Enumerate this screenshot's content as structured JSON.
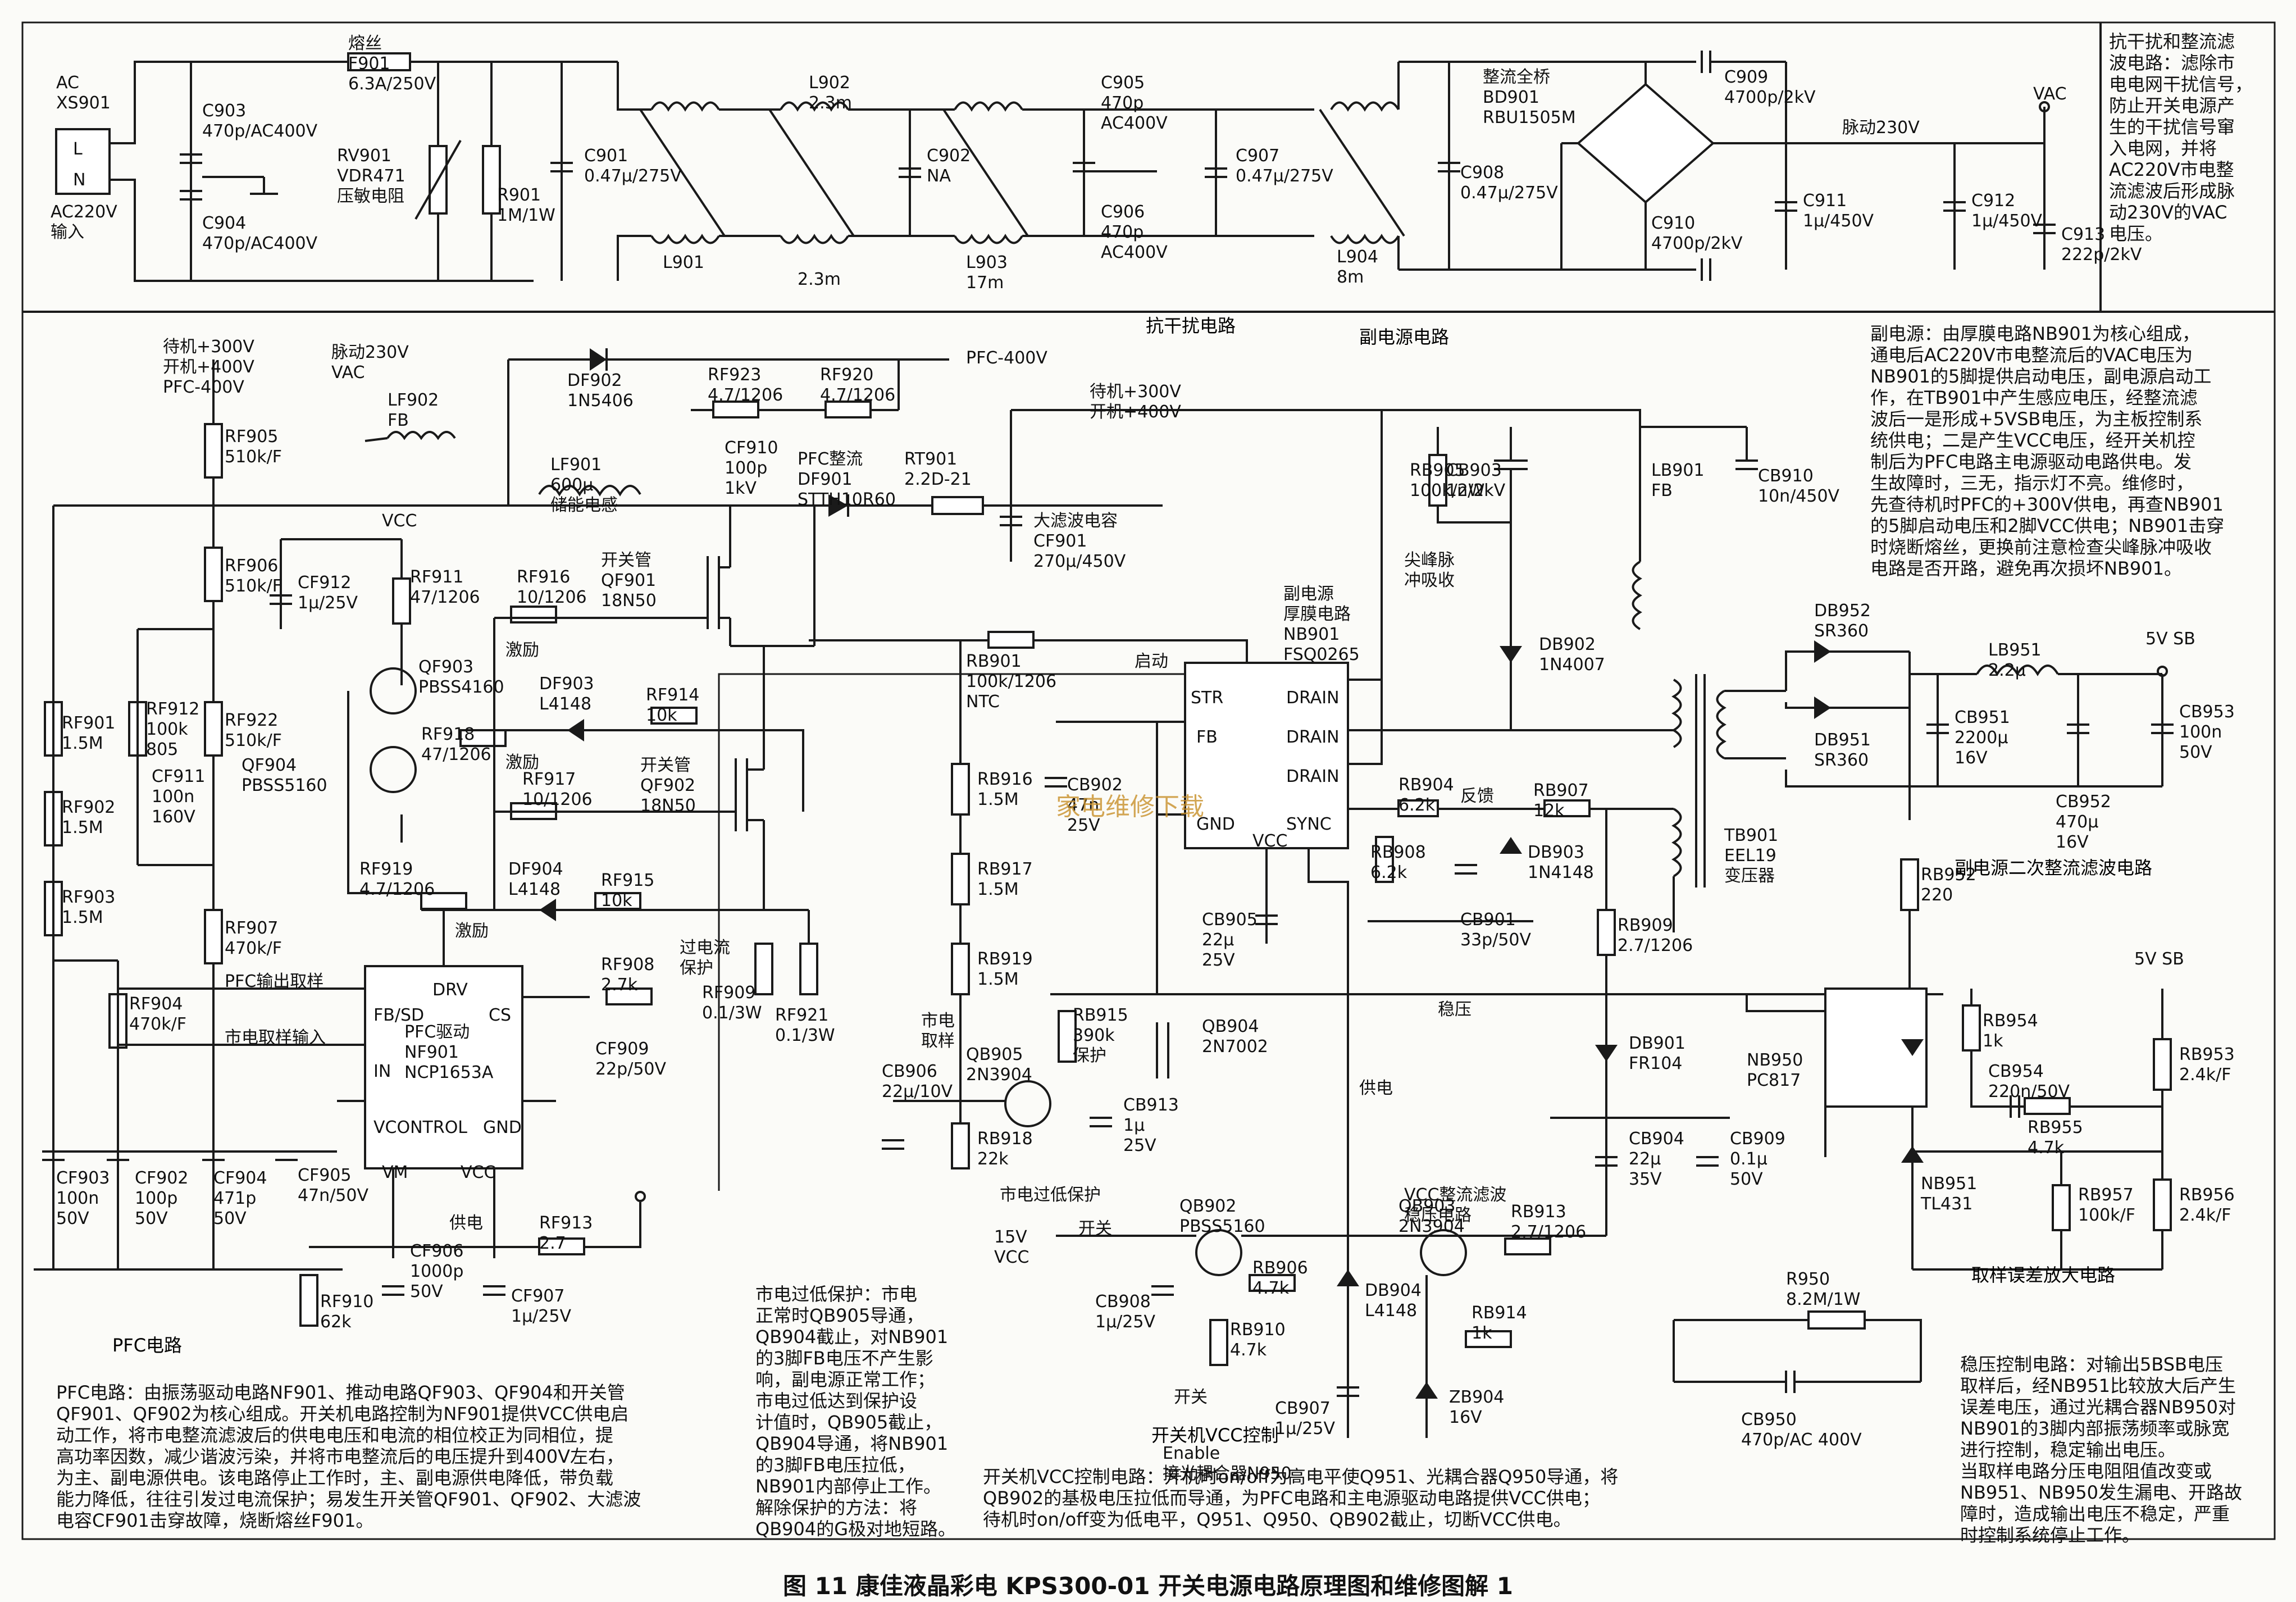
{
  "caption": "图 11   康佳液晶彩电 KPS300-01 开关电源电路原理图和维修图解 1",
  "section_titles": {
    "emi": "抗干扰电路",
    "aux": "副电源电路",
    "pfc": "PFC电路",
    "aux_secondary": "副电源二次整流滤波电路",
    "sampling": "取样误差放大电路"
  },
  "notes": {
    "emi": "抗干扰和整流滤\n波电路：滤除市\n电电网干扰信号，\n防止开关电源产\n生的干扰信号窜\n入电网，并将\nAC220V市电整\n流滤波后形成脉\n动230V的VAC\n电压。",
    "aux": "副电源：由厚膜电路NB901为核心组成，\n通电后AC220V市电整流后的VAC电压为\nNB901的5脚提供启动电压，副电源启动工\n作，在TB901中产生感应电压，经整流滤\n波后一是形成+5VSB电压，为主板控制系\n统供电；二是产生VCC电压，经开关机控\n制后为PFC电路主电源驱动电路供电。发\n生故障时，三无，指示灯不亮。维修时，\n先查待机时PFC的+300V供电，再查NB901\n的5脚启动电压和2脚VCC供电；NB901击穿\n时烧断熔丝，更换前注意检查尖峰脉冲吸收\n电路是否开路，避免再次损坏NB901。",
    "pfc": "PFC电路：由振荡驱动电路NF901、推动电路QF903、QF904和开关管\nQF901、QF902为核心组成。开关机电路控制为NF901提供VCC供电启\n动工作，将市电整流滤波后的供电电压和电流的相位校正为同相位，提\n高功率因数，减少谐波污染，并将市电整流后的电压提升到400V左右，\n为主、副电源供电。该电路停止工作时，主、副电源供电降低，带负载\n能力降低，往往引发过电流保护；易发生开关管QF901、QF902、大滤波\n电容CF901击穿故障，烧断熔丝F901。",
    "lowv": "市电过低保护：市电\n正常时QB905导通，\nQB904截止，对NB901\n的3脚FB电压不产生影\n响，副电源正常工作；\n市电过低达到保护设\n计值时，QB905截止，\nQB904导通，将NB901\n的3脚FB电压拉低，\nNB901内部停止工作。\n解除保护的方法：将\nQB904的G极对地短路。",
    "vcc": "开关机VCC控制电路：开机时on/off为高电平使Q951、光耦合器Q950导通，将\nQB902的基极电压拉低而导通，为PFC电路和主电源驱动电路提供VCC供电；\n待机时on/off变为低电平，Q951、Q950、QB902截止，切断VCC供电。",
    "stab": "稳压控制电路：对输出5BSB电压\n取样后，经NB951比较放大后产生\n误差电压，通过光耦合器NB950对\nNB901的3脚内部振荡频率或脉宽\n进行控制，稳定输出电压。\n当取样电路分压电阻阻值改变或\nNB951、NB950发生漏电、开路故\n障时，造成输出电压不稳定，严重\n时控制系统停止工作。"
  },
  "labels": {
    "ac_in": [
      "AC",
      "XS901"
    ],
    "ac_in2": [
      "AC220V",
      "输入"
    ],
    "f901": [
      "熔丝",
      "F901",
      "6.3A/250V"
    ],
    "c903": [
      "C903",
      "470p/AC400V"
    ],
    "c904": [
      "C904",
      "470p/AC400V"
    ],
    "rv901": [
      "RV901",
      "VDR471",
      "压敏电阻"
    ],
    "r901": [
      "R901",
      "1M/1W"
    ],
    "c901": [
      "C901",
      "0.47μ/275V"
    ],
    "l901": "L901",
    "l902": [
      "L902",
      "2.3m"
    ],
    "l902b": "2.3m",
    "c902": [
      "C902",
      "NA"
    ],
    "l903": [
      "L903",
      "17m"
    ],
    "c905": [
      "C905",
      "470p",
      "AC400V"
    ],
    "c906": [
      "C906",
      "470p",
      "AC400V"
    ],
    "c907": [
      "C907",
      "0.47μ/275V"
    ],
    "l904": [
      "L904",
      "8m"
    ],
    "bd901": [
      "整流全桥",
      "BD901",
      "RBU1505M"
    ],
    "c908": [
      "C908",
      "0.47μ/275V"
    ],
    "c909": [
      "C909",
      "4700p/2kV"
    ],
    "c910": [
      "C910",
      "4700p/2kV"
    ],
    "pulse": "脉动230V",
    "vac": "VAC",
    "c911": [
      "C911",
      "1μ/450V"
    ],
    "c912": [
      "C912",
      "1μ/450V"
    ],
    "c913": [
      "C913",
      "222p/2kV"
    ],
    "pfc_out": [
      "待机+300V",
      "开机+400V",
      "PFC-400V"
    ],
    "vac2": [
      "脉动230V",
      "VAC"
    ],
    "lf902": [
      "LF902",
      "FB"
    ],
    "df902": [
      "DF902",
      "1N5406"
    ],
    "rf923": [
      "RF923",
      "4.7/1206"
    ],
    "rf920": [
      "RF920",
      "4.7/1206"
    ],
    "cf910": [
      "CF910",
      "100p",
      "1kV"
    ],
    "df901": [
      "PFC整流",
      "DF901",
      "STTH10R60"
    ],
    "lf901": [
      "LF901",
      "600μ",
      "储能电感"
    ],
    "rt901": [
      "RT901",
      "2.2D-21"
    ],
    "pfc400": "PFC-400V",
    "standby": [
      "待机+300V",
      "开机+400V"
    ],
    "cf901": [
      "大滤波电容",
      "CF901",
      "270μ/450V"
    ],
    "rf905": [
      "RF905",
      "510k/F"
    ],
    "rf906": [
      "RF906",
      "510k/F"
    ],
    "rf901": [
      "RF901",
      "1.5M"
    ],
    "rf902": [
      "RF902",
      "1.5M"
    ],
    "rf903": [
      "RF903",
      "1.5M"
    ],
    "rf912": [
      "RF912",
      "100k",
      "805"
    ],
    "cf911": [
      "CF911",
      "100n",
      "160V"
    ],
    "rf922": [
      "RF922",
      "510k/F"
    ],
    "rf907": [
      "RF907",
      "470k/F"
    ],
    "rf904": [
      "RF904",
      "470k/F"
    ],
    "vcc": "VCC",
    "cf912": [
      "CF912",
      "1μ/25V"
    ],
    "rf911": [
      "RF911",
      "47/1206"
    ],
    "qf903": [
      "QF903",
      "PBSS4160"
    ],
    "qf904": [
      "QF904",
      "PBSS5160"
    ],
    "rf918": [
      "RF918",
      "47/1206"
    ],
    "rf916": [
      "RF916",
      "10/1206"
    ],
    "qf901": [
      "开关管",
      "QF901",
      "18N50"
    ],
    "df903": [
      "DF903",
      "L4148"
    ],
    "rf914": [
      "RF914",
      "10k"
    ],
    "rf917": [
      "RF917",
      "10/1206"
    ],
    "qf902": [
      "开关管",
      "QF902",
      "18N50"
    ],
    "df904": [
      "DF904",
      "L4148"
    ],
    "rf915": [
      "RF915",
      "10k"
    ],
    "rf919": [
      "RF919",
      "4.7/1206"
    ],
    "drive1": "激励",
    "drive2": "激励",
    "drive3": "激励",
    "nf901": [
      "PFC驱动",
      "NF901",
      "NCP1653A"
    ],
    "pins": [
      "DRV",
      "FB/SD",
      "IN",
      "VCONTROL",
      "GND",
      "CS",
      "VM",
      "VCC"
    ],
    "pfc_sample": "PFC输出取样",
    "mains_sample": "市电取样输入",
    "rf908": [
      "RF908",
      "2.7k"
    ],
    "cf909": [
      "CF909",
      "22p/50V"
    ],
    "ocp": [
      "过电流",
      "保护"
    ],
    "rf909": [
      "RF909",
      "0.1/3W"
    ],
    "rf921": [
      "RF921",
      "0.1/3W"
    ],
    "cf903": [
      "CF903",
      "100n",
      "50V"
    ],
    "cf902": [
      "CF902",
      "100p",
      "50V"
    ],
    "cf904": [
      "CF904",
      "471p",
      "50V"
    ],
    "cf905": [
      "CF905",
      "47n/50V"
    ],
    "cf906": [
      "CF906",
      "1000p",
      "50V"
    ],
    "rf910": [
      "RF910",
      "62k"
    ],
    "cf907": [
      "CF907",
      "1μ/25V"
    ],
    "rf913": [
      "RF913",
      "2.7"
    ],
    "supply": "供电",
    "rb901": [
      "RB901",
      "100k/1206",
      "NTC"
    ],
    "start": "启动",
    "nb901": [
      "副电源",
      "厚膜电路",
      "NB901",
      "FSQ0265"
    ],
    "nb_pins": [
      "STR",
      "DRAIN",
      "DRAIN",
      "DRAIN",
      "FB",
      "GND",
      "VCC",
      "SYNC"
    ],
    "rb905": [
      "RB905",
      "100k/2W"
    ],
    "cb903": [
      "CB903",
      "1n/2kV"
    ],
    "spike": [
      "尖峰脉",
      "冲吸收"
    ],
    "lb901": [
      "LB901",
      "FB"
    ],
    "cb910": [
      "CB910",
      "10n/450V"
    ],
    "db902": [
      "DB902",
      "1N4007"
    ],
    "rb916": [
      "RB916",
      "1.5M"
    ],
    "rb917": [
      "RB917",
      "1.5M"
    ],
    "rb919": [
      "RB919",
      "1.5M"
    ],
    "cb902": [
      "CB902",
      "47n",
      "25V"
    ],
    "rb904": [
      "RB904",
      "6.2k"
    ],
    "feedback": "反馈",
    "rb907": [
      "RB907",
      "12k"
    ],
    "rb908": [
      "RB908",
      "6.2k"
    ],
    "db903": [
      "DB903",
      "1N4148"
    ],
    "cb901": [
      "CB901",
      "33p/50V"
    ],
    "cb905": [
      "CB905",
      "22μ",
      "25V"
    ],
    "tb901": [
      "TB901",
      "EEL19",
      "变压器"
    ],
    "rb909": [
      "RB909",
      "2.7/1206"
    ],
    "mains_s": [
      "市电",
      "取样"
    ],
    "qb905": [
      "QB905",
      "2N3904"
    ],
    "rb915": [
      "RB915",
      "390k",
      "保护"
    ],
    "qb904": [
      "QB904",
      "2N7002"
    ],
    "cb906": [
      "CB906",
      "22μ/10V"
    ],
    "cb913": [
      "CB913",
      "1μ",
      "25V"
    ],
    "rb918": [
      "RB918",
      "22k"
    ],
    "lowv_prot": "市电过低保护",
    "stabilize": "稳压",
    "power": "供电",
    "db901": [
      "DB901",
      "FR104"
    ],
    "vcc_filter": [
      "VCC整流滤波",
      "稳压电路"
    ],
    "cb904": [
      "CB904",
      "22μ",
      "35V"
    ],
    "cb909": [
      "CB909",
      "0.1μ",
      "50V"
    ],
    "v15": [
      "15V",
      "VCC"
    ],
    "onoff": "开关",
    "qb902": [
      "QB902",
      "PBSS5160"
    ],
    "rb906": [
      "RB906",
      "4.7k"
    ],
    "rb910": [
      "RB910",
      "4.7k"
    ],
    "cb908": [
      "CB908",
      "1μ/25V"
    ],
    "qb903": [
      "QB903",
      "2N3904"
    ],
    "rb913": [
      "RB913",
      "2.7/1206"
    ],
    "db904": [
      "DB904",
      "L4148"
    ],
    "rb914": [
      "RB914",
      "1k"
    ],
    "cb907": [
      "CB907",
      "1μ/25V"
    ],
    "zb904": [
      "ZB904",
      "16V"
    ],
    "onoff2": "开关",
    "vcc_ctrl": "开关机VCC控制",
    "enable": [
      "Enable",
      "接光耦合器N950"
    ],
    "db952": [
      "DB952",
      "SR360"
    ],
    "db951": [
      "DB951",
      "SR360"
    ],
    "lb951": [
      "LB951",
      "2.2μ"
    ],
    "v5sb": "5V SB",
    "cb951": [
      "CB951",
      "2200μ",
      "16V"
    ],
    "cb952": [
      "CB952",
      "470μ",
      "16V"
    ],
    "cb953": [
      "CB953",
      "100n",
      "50V"
    ],
    "rb952": [
      "RB952",
      "220"
    ],
    "v5sb2": "5V SB",
    "rb954": [
      "RB954",
      "1k"
    ],
    "cb954": [
      "CB954",
      "220n/50V"
    ],
    "rb953": [
      "RB953",
      "2.4k/F"
    ],
    "nb950": [
      "NB950",
      "PC817"
    ],
    "rb955": [
      "RB955",
      "4.7k"
    ],
    "nb951": [
      "NB951",
      "TL431"
    ],
    "rb957": [
      "RB957",
      "100k/F"
    ],
    "rb956": [
      "RB956",
      "2.4k/F"
    ],
    "r950": [
      "R950",
      "8.2M/1W"
    ],
    "cb950": [
      "CB950",
      "470p/AC 400V"
    ],
    "watermark": "家电维修下载"
  }
}
